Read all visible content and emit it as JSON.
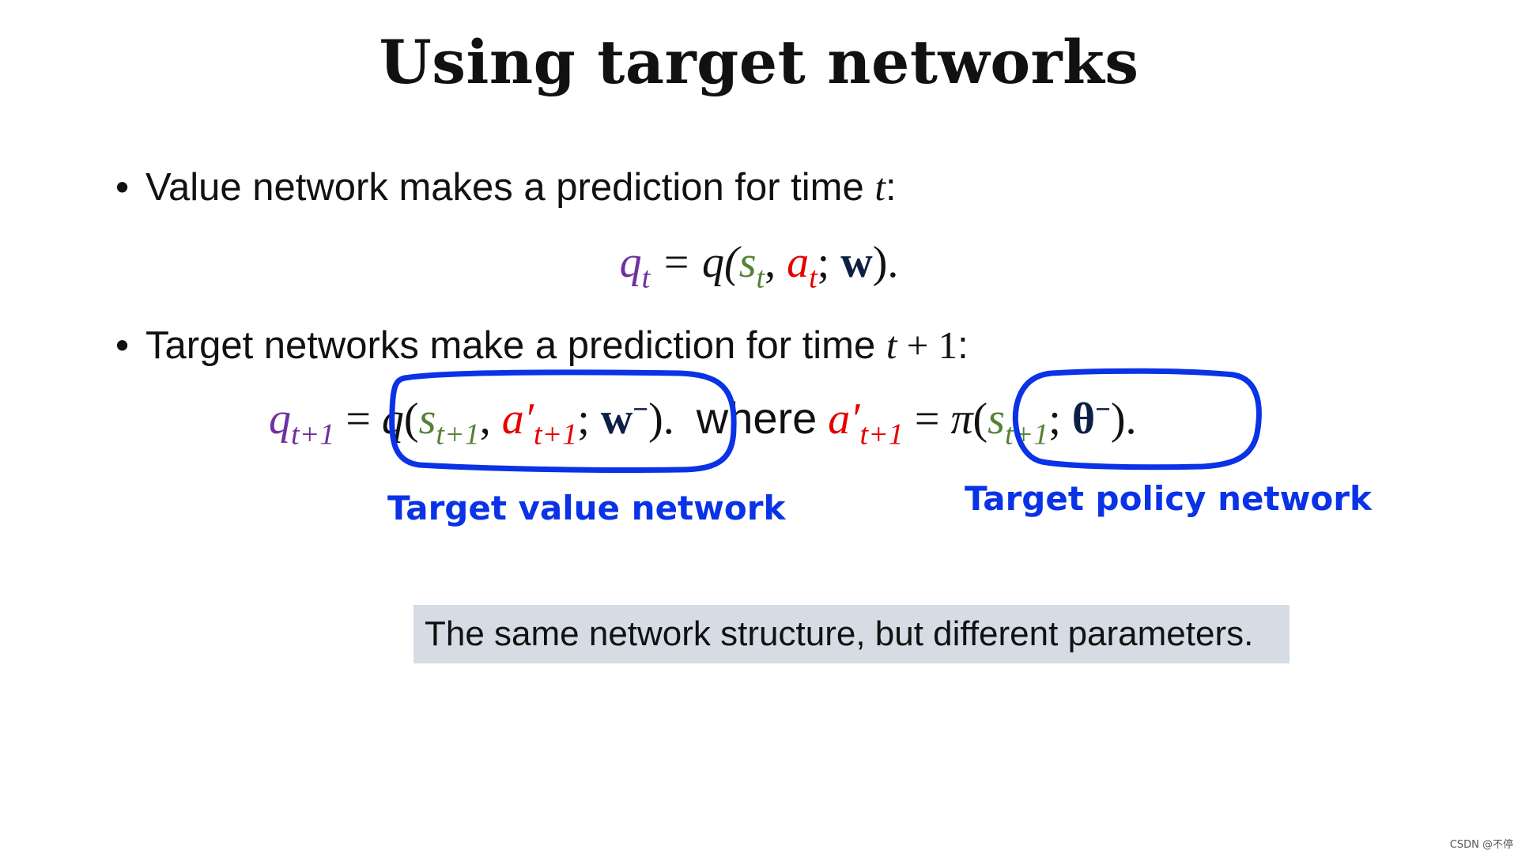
{
  "slide": {
    "title": "Using target networks",
    "bullets": [
      {
        "text": "Value network makes a prediction for time ",
        "var": "t",
        "suffix": ":"
      },
      {
        "text": "Target networks make a prediction for time ",
        "var": "t",
        "plus": " + 1",
        "suffix": ":"
      }
    ],
    "eq1": {
      "lhs": "q",
      "lhs_sub": "t",
      "eq": " = q(",
      "s": "s",
      "s_sub": "t",
      "comma": ", ",
      "a": "a",
      "a_sub": "t",
      "semi": "; ",
      "w": "w",
      "close": ")."
    },
    "eq2": {
      "lhs": "q",
      "lhs_sub": "t+1",
      "eq": " = ",
      "q": "q",
      "open": "(",
      "s": "s",
      "s_sub": "t+1",
      "comma": ", ",
      "a": "a",
      "a_prime": "′",
      "a_sub": "t+1",
      "semi": "; ",
      "w": "w",
      "w_sup": "−",
      "close": ")",
      "dot": ".",
      "where": "where",
      "a2": "a",
      "a2_prime": "′",
      "a2_sub": "t+1",
      "eq2": " = ",
      "pi": "π",
      "open2": "(",
      "s2": "s",
      "s2_sub": "t+1",
      "semi2": "; ",
      "theta": "θ",
      "theta_sup": "−",
      "close2": ")."
    },
    "labels": {
      "value": "Target value network",
      "policy": "Target policy network"
    },
    "note": "The same network structure, but different parameters.",
    "credit": "CSDN @不停"
  },
  "colors": {
    "purple": "#7030a0",
    "green": "#548235",
    "red": "#e60000",
    "blue_annotation": "#0a32e6",
    "note_bg": "#d5dce4"
  }
}
